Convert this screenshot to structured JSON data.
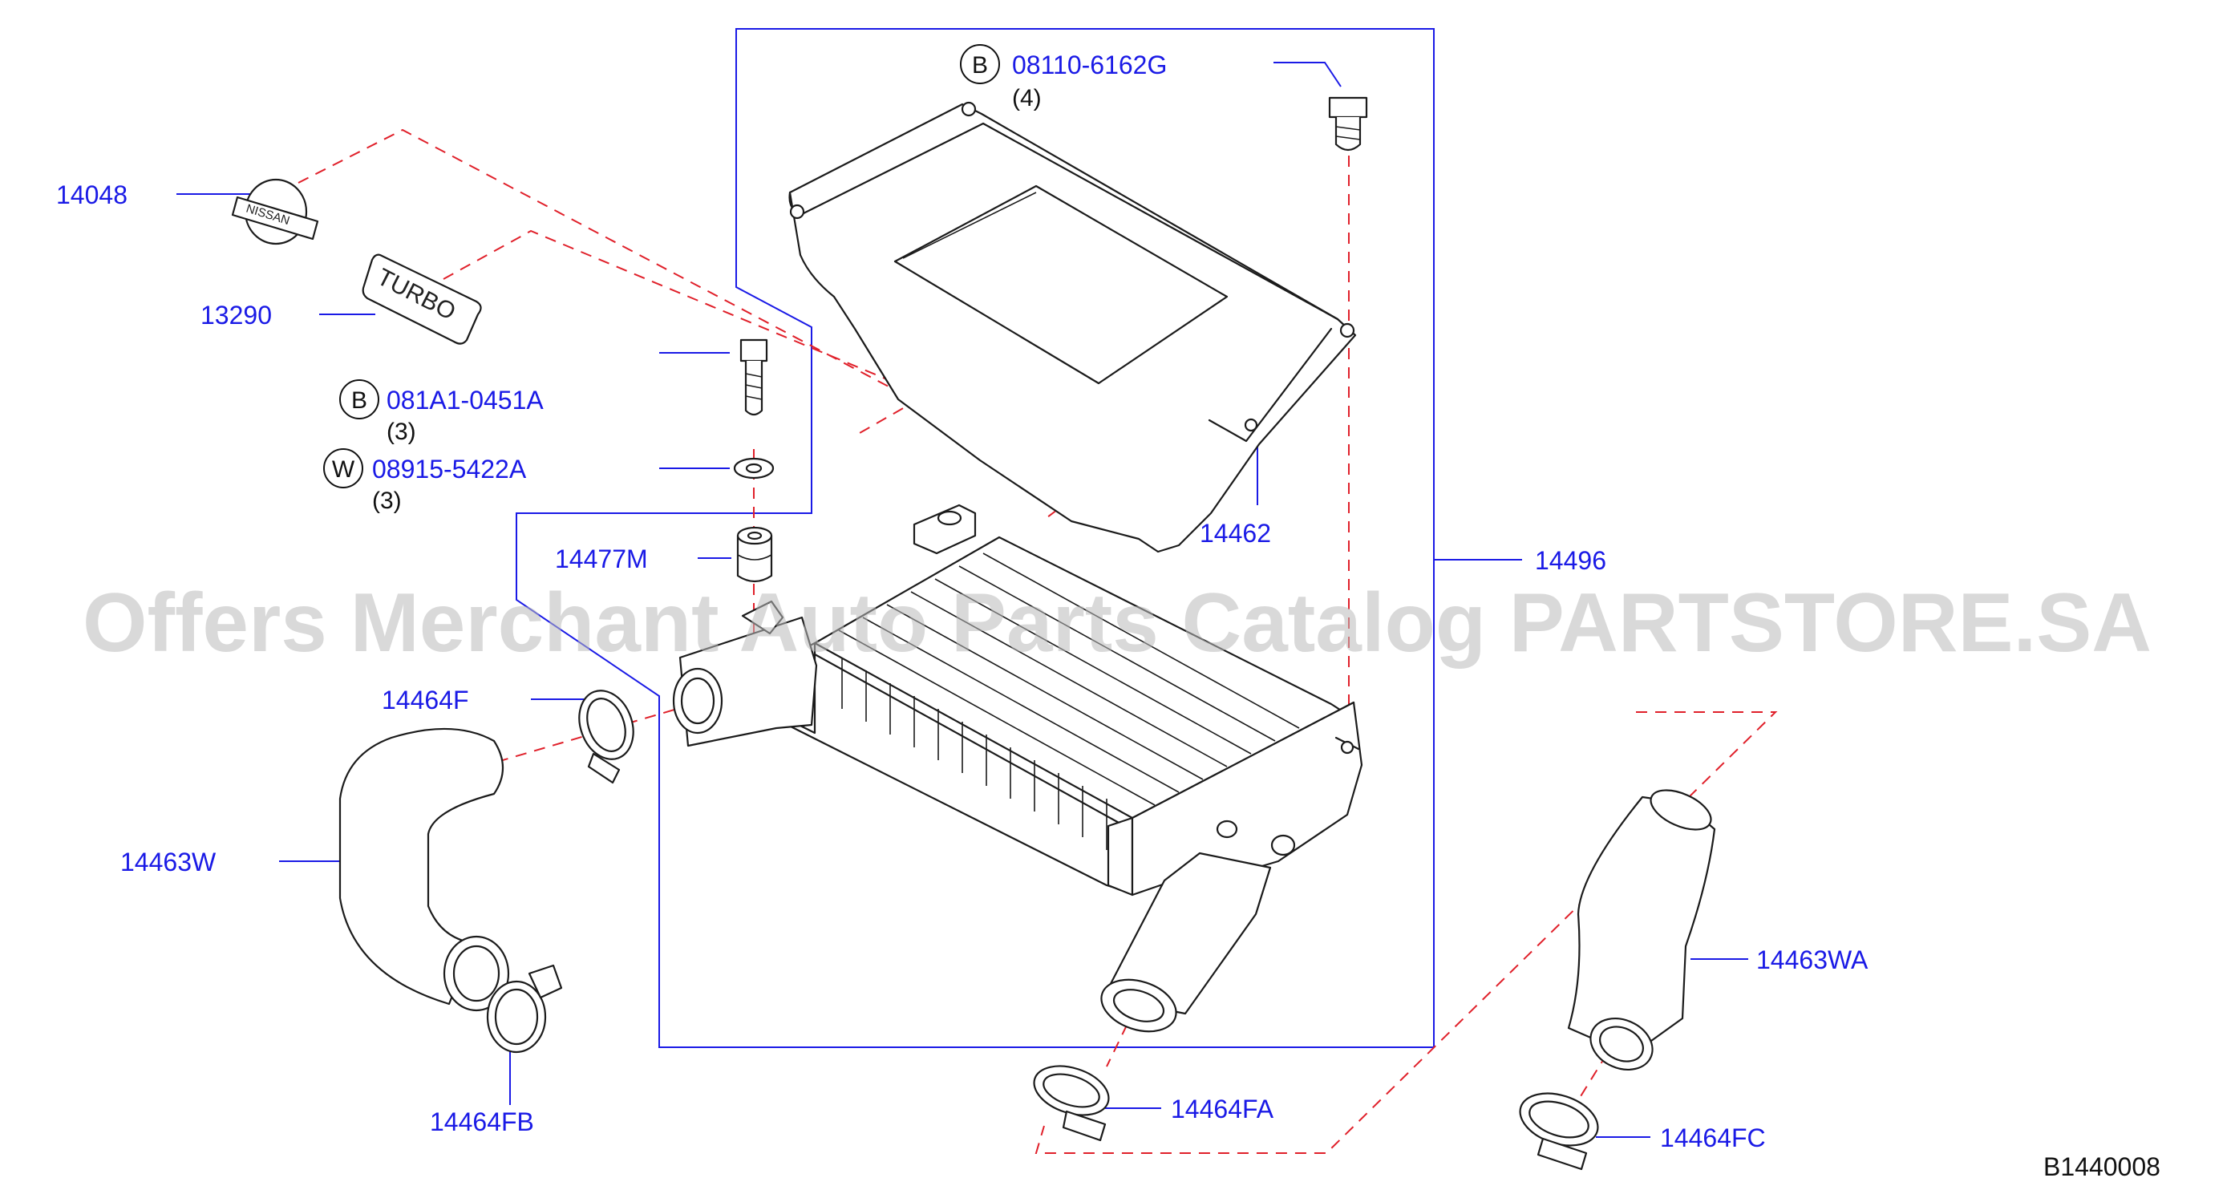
{
  "labels": {
    "p14048": "14048",
    "p13290": "13290",
    "p081A1": "081A1-0451A",
    "p081A1_qty": "(3)",
    "p08915": "08915-5422A",
    "p08915_qty": "(3)",
    "p14477M": "14477M",
    "p14464F": "14464F",
    "p14463W": "14463W",
    "p14464FB": "14464FB",
    "p08110": "08110-6162G",
    "p08110_qty": "(4)",
    "p14462": "14462",
    "p14496": "14496",
    "p14463WA": "14463WA",
    "p14464FA": "14464FA",
    "p14464FC": "14464FC"
  },
  "badges": {
    "b1": "B",
    "b2": "B",
    "w1": "W"
  },
  "emblems": {
    "nissan": "NISSAN",
    "turbo": "TURBO"
  },
  "diagram_code": "B1440008",
  "watermark": "Offers Merchant Auto Parts Catalog PARTSTORE.SA",
  "colors": {
    "label": "#1a1ae6",
    "leader": "#1a1ae6",
    "dashed": "#e0202a",
    "watermark": "#b9b9b9"
  }
}
